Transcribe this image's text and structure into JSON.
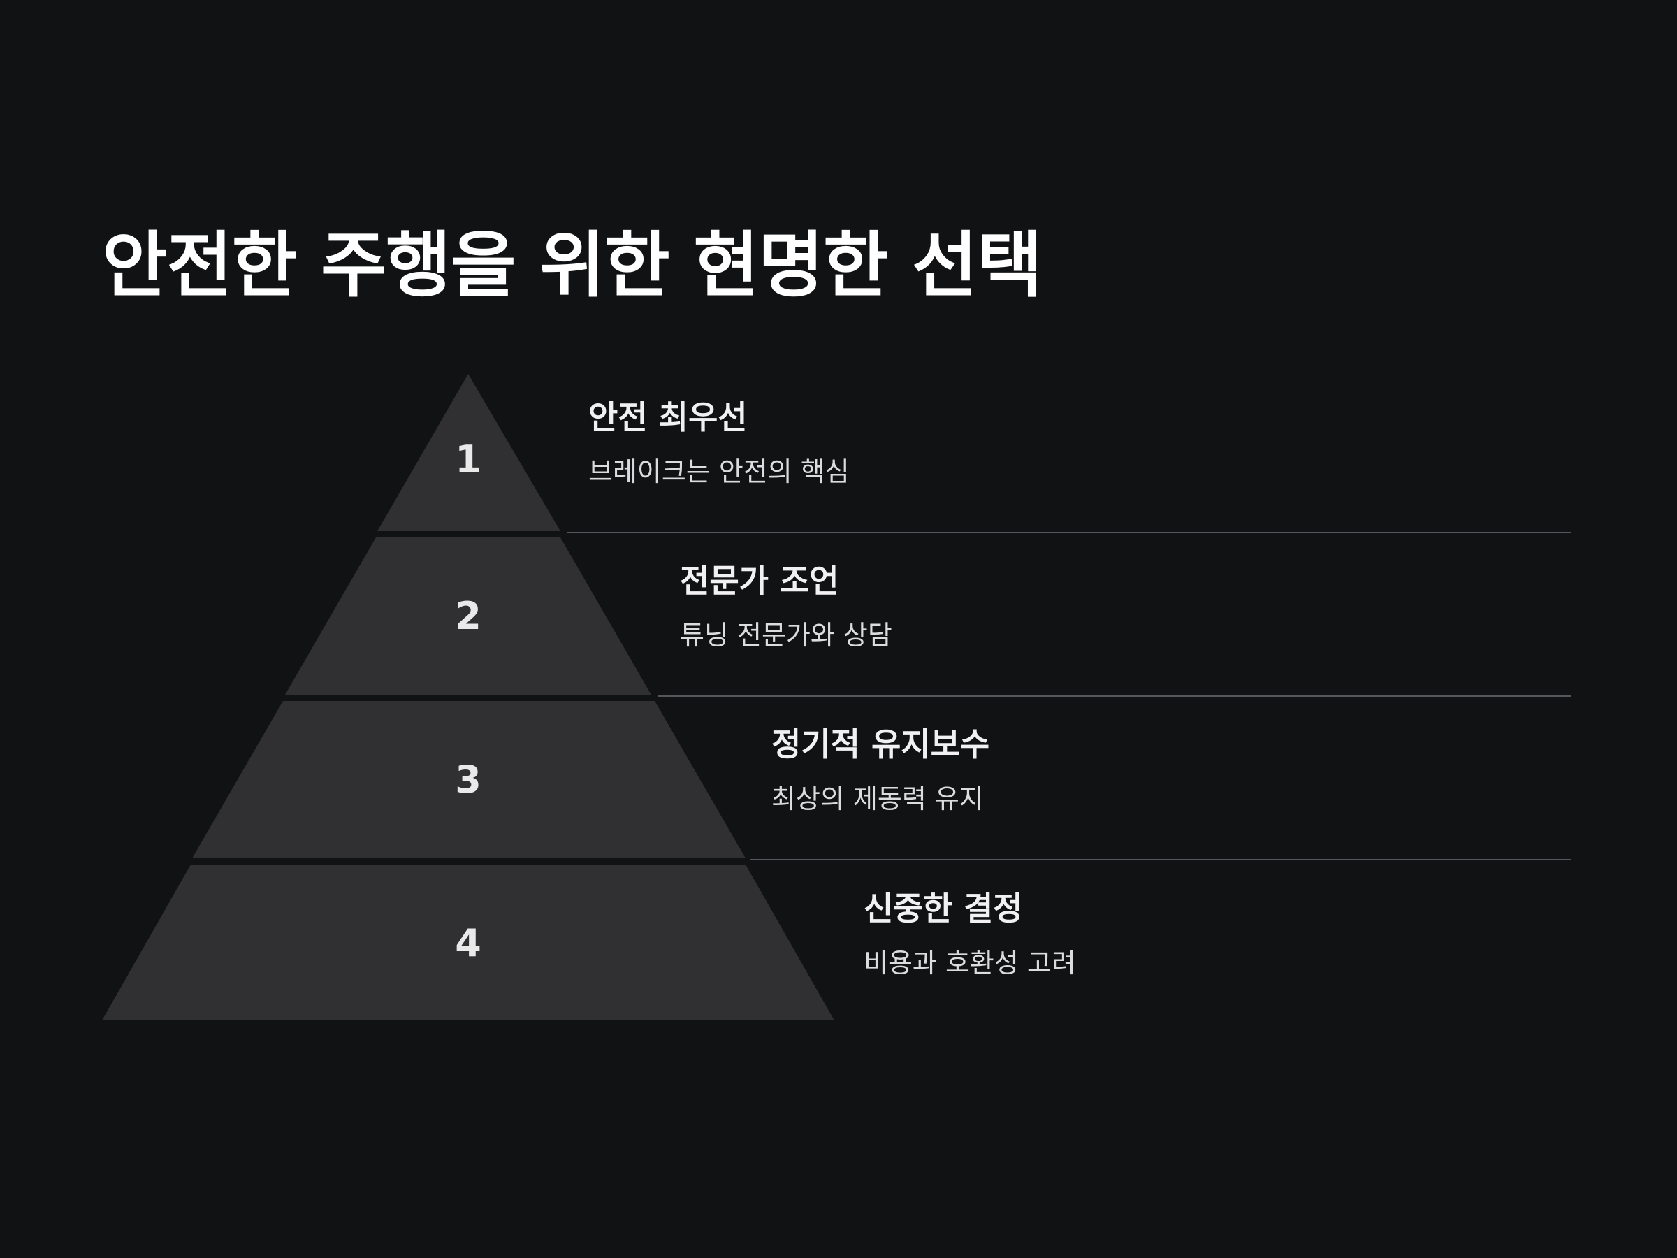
{
  "title": "안전한 주행을 위한 현명한 선택",
  "colors": {
    "background": "#111214",
    "tier_fill": "#303033",
    "separator": "#55565a",
    "text": "#ffffff"
  },
  "tiers": [
    {
      "number": "1",
      "heading": "안전 최우선",
      "description": "브레이크는 안전의 핵심"
    },
    {
      "number": "2",
      "heading": "전문가 조언",
      "description": "튜닝 전문가와 상담"
    },
    {
      "number": "3",
      "heading": "정기적 유지보수",
      "description": "최상의 제동력 유지"
    },
    {
      "number": "4",
      "heading": "신중한 결정",
      "description": "비용과 호환성 고려"
    }
  ]
}
